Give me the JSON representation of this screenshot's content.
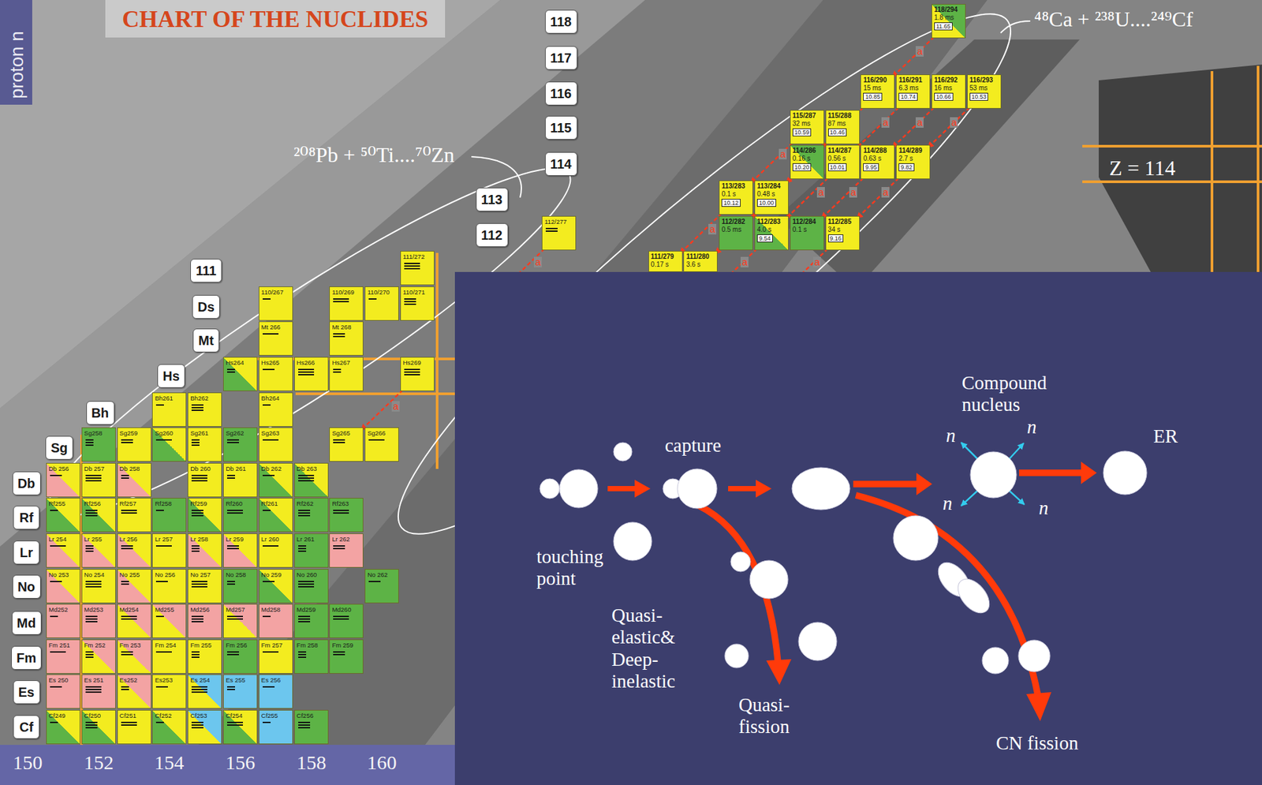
{
  "diagram": {
    "title": "CHART OF THE NUCLIDES",
    "nodes": [
      {
        "text": [
          "Cf"
        ]
      },
      {
        "text": [
          "Es"
        ]
      },
      {
        "text": [
          "Fm"
        ]
      },
      {
        "text": [
          "Md"
        ]
      },
      {
        "text": [
          "No"
        ]
      },
      {
        "text": [
          "Lr"
        ]
      },
      {
        "text": [
          "Rf"
        ]
      },
      {
        "text": [
          "Db"
        ]
      },
      {
        "text": [
          "Sg"
        ]
      },
      {
        "text": [
          "Bh"
        ]
      },
      {
        "text": [
          "Hs"
        ]
      },
      {
        "text": [
          "Mt"
        ]
      },
      {
        "text": [
          "Ds"
        ]
      },
      {
        "text": [
          "111"
        ]
      },
      {
        "text": [
          "112"
        ]
      },
      {
        "text": [
          "113"
        ]
      },
      {
        "text": [
          "114"
        ]
      },
      {
        "text": [
          "115"
        ]
      },
      {
        "text": [
          "116"
        ]
      },
      {
        "text": [
          "117"
        ]
      },
      {
        "text": [
          "118"
        ]
      },
      {
        "text": [
          "Cf249"
        ]
      },
      {
        "text": [
          "Cf250"
        ]
      },
      {
        "text": [
          "Cf251"
        ]
      },
      {
        "text": [
          "Cf252"
        ]
      },
      {
        "text": [
          "Cf253"
        ]
      },
      {
        "text": [
          "Cf254"
        ]
      },
      {
        "text": [
          "Cf255"
        ]
      },
      {
        "text": [
          "Cf256"
        ]
      },
      {
        "text": [
          "Es 250"
        ]
      },
      {
        "text": [
          "Es 251"
        ]
      },
      {
        "text": [
          "Es252"
        ]
      },
      {
        "text": [
          "Es253"
        ]
      },
      {
        "text": [
          "Es 254"
        ]
      },
      {
        "text": [
          "Es 255"
        ]
      },
      {
        "text": [
          "Es 256"
        ]
      },
      {
        "text": [
          "Fm 251"
        ]
      },
      {
        "text": [
          "Fm 252"
        ]
      },
      {
        "text": [
          "Fm 253"
        ]
      },
      {
        "text": [
          "Fm 254"
        ]
      },
      {
        "text": [
          "Fm 255"
        ]
      },
      {
        "text": [
          "Fm 256"
        ]
      },
      {
        "text": [
          "Fm 257"
        ]
      },
      {
        "text": [
          "Fm 258"
        ]
      },
      {
        "text": [
          "Fm 259"
        ]
      },
      {
        "text": [
          "Md252"
        ]
      },
      {
        "text": [
          "Md253"
        ]
      },
      {
        "text": [
          "Md254"
        ]
      },
      {
        "text": [
          "Md255"
        ]
      },
      {
        "text": [
          "Md256"
        ]
      },
      {
        "text": [
          "Md257"
        ]
      },
      {
        "text": [
          "Md258"
        ]
      },
      {
        "text": [
          "Md259"
        ]
      },
      {
        "text": [
          "Md260"
        ]
      },
      {
        "text": [
          "No 253"
        ]
      },
      {
        "text": [
          "No 254"
        ]
      },
      {
        "text": [
          "No 255"
        ]
      },
      {
        "text": [
          "No 256"
        ]
      },
      {
        "text": [
          "No 257"
        ]
      },
      {
        "text": [
          "No 258"
        ]
      },
      {
        "text": [
          "No 259"
        ]
      },
      {
        "text": [
          "No 260"
        ]
      },
      {
        "text": [
          "No 262"
        ]
      },
      {
        "text": [
          "Lr 254"
        ]
      },
      {
        "text": [
          "Lr 255"
        ]
      },
      {
        "text": [
          "Lr 256"
        ]
      },
      {
        "text": [
          "Lr 257"
        ]
      },
      {
        "text": [
          "Lr 258"
        ]
      },
      {
        "text": [
          "Lr 259"
        ]
      },
      {
        "text": [
          "Lr 260"
        ]
      },
      {
        "text": [
          "Lr 261"
        ]
      },
      {
        "text": [
          "Lr 262"
        ]
      },
      {
        "text": [
          "Rf255"
        ]
      },
      {
        "text": [
          "Rf256"
        ]
      },
      {
        "text": [
          "Rf257"
        ]
      },
      {
        "text": [
          "Rf258"
        ]
      },
      {
        "text": [
          "Rf259"
        ]
      },
      {
        "text": [
          "Rf260"
        ]
      },
      {
        "text": [
          "Rf261"
        ]
      },
      {
        "text": [
          "Rf262"
        ]
      },
      {
        "text": [
          "Rf263"
        ]
      },
      {
        "text": [
          "Db 256"
        ]
      },
      {
        "text": [
          "Db 257"
        ]
      },
      {
        "text": [
          "Db 258"
        ]
      },
      {
        "text": [
          "Db 260"
        ]
      },
      {
        "text": [
          "Db 261"
        ]
      },
      {
        "text": [
          "Db 262"
        ]
      },
      {
        "text": [
          "Db 263"
        ]
      },
      {
        "text": [
          "Sg258"
        ]
      },
      {
        "text": [
          "Sg259"
        ]
      },
      {
        "text": [
          "Sg260"
        ]
      },
      {
        "text": [
          "Sg261"
        ]
      },
      {
        "text": [
          "Sg262"
        ]
      },
      {
        "text": [
          "Sg263"
        ]
      },
      {
        "text": [
          "Sg265"
        ]
      },
      {
        "text": [
          "Sg266"
        ]
      },
      {
        "text": [
          "Bh261"
        ]
      },
      {
        "text": [
          "Bh262"
        ]
      },
      {
        "text": [
          "Bh264"
        ]
      },
      {
        "text": [
          "Hs264"
        ]
      },
      {
        "text": [
          "Hs265"
        ]
      },
      {
        "text": [
          "Hs266"
        ]
      },
      {
        "text": [
          "Hs267"
        ]
      },
      {
        "text": [
          "Hs269"
        ]
      },
      {
        "text": [
          "Mt 266"
        ]
      },
      {
        "text": [
          "Mt 268"
        ]
      },
      {
        "text": [
          "110/267"
        ]
      },
      {
        "text": [
          "110/269"
        ]
      },
      {
        "text": [
          "110/270"
        ]
      },
      {
        "text": [
          "110/271"
        ]
      },
      {
        "text": [
          "111/272"
        ]
      },
      {
        "text": [
          "112/277"
        ]
      },
      {
        "text": [
          "118/294",
          "1.8 ms",
          "11.65"
        ]
      },
      {
        "text": [
          "116/290",
          "15 ms",
          "10.85"
        ]
      },
      {
        "text": [
          "116/291",
          "6.3 ms",
          "10.74"
        ]
      },
      {
        "text": [
          "116/292",
          "16 ms",
          "10.66"
        ]
      },
      {
        "text": [
          "116/293",
          "53 ms",
          "10.53"
        ]
      },
      {
        "text": [
          "115/287",
          "32 ms",
          "10.59"
        ]
      },
      {
        "text": [
          "115/288",
          "87 ms",
          "10.46"
        ]
      },
      {
        "text": [
          "114/286",
          "0.16 s",
          "10.20"
        ]
      },
      {
        "text": [
          "114/287",
          "0.56 s",
          "10.01"
        ]
      },
      {
        "text": [
          "114/288",
          "0.63 s",
          "9.95"
        ]
      },
      {
        "text": [
          "114/289",
          "2.7 s",
          "9.82"
        ]
      },
      {
        "text": [
          "113/283",
          "0.1 s",
          "10.12"
        ]
      },
      {
        "text": [
          "113/284",
          "0.48 s",
          "10.00"
        ]
      },
      {
        "text": [
          "112/282",
          "0.5 ms"
        ]
      },
      {
        "text": [
          "112/283",
          "4.0 s",
          "9.54"
        ]
      },
      {
        "text": [
          "112/284",
          "0.1 s"
        ]
      },
      {
        "text": [
          "112/285",
          "34 s",
          "9.16"
        ]
      },
      {
        "text": [
          "111/279",
          "0.17 s"
        ]
      },
      {
        "text": [
          "111/280",
          "3.6 s"
        ]
      }
    ],
    "labels": [
      "proton n",
      "²⁰⁸Pb + ⁵⁰Ti....⁷⁰Zn",
      "⁴⁸Ca + ²³⁸U....²⁴⁹Cf",
      "Z = 114",
      "a",
      "a",
      "a",
      "a",
      "a",
      "a",
      "a",
      "a",
      "a",
      "a",
      "a",
      "a",
      "a",
      "150",
      "152",
      "154",
      "156",
      "158",
      "160",
      "capture",
      "touching point",
      "Compound nucleus",
      "n",
      "n",
      "n",
      "n",
      "ER",
      "Quasi-elastic& Deep-inelastic",
      "Quasi-fission",
      "CN fission"
    ]
  }
}
